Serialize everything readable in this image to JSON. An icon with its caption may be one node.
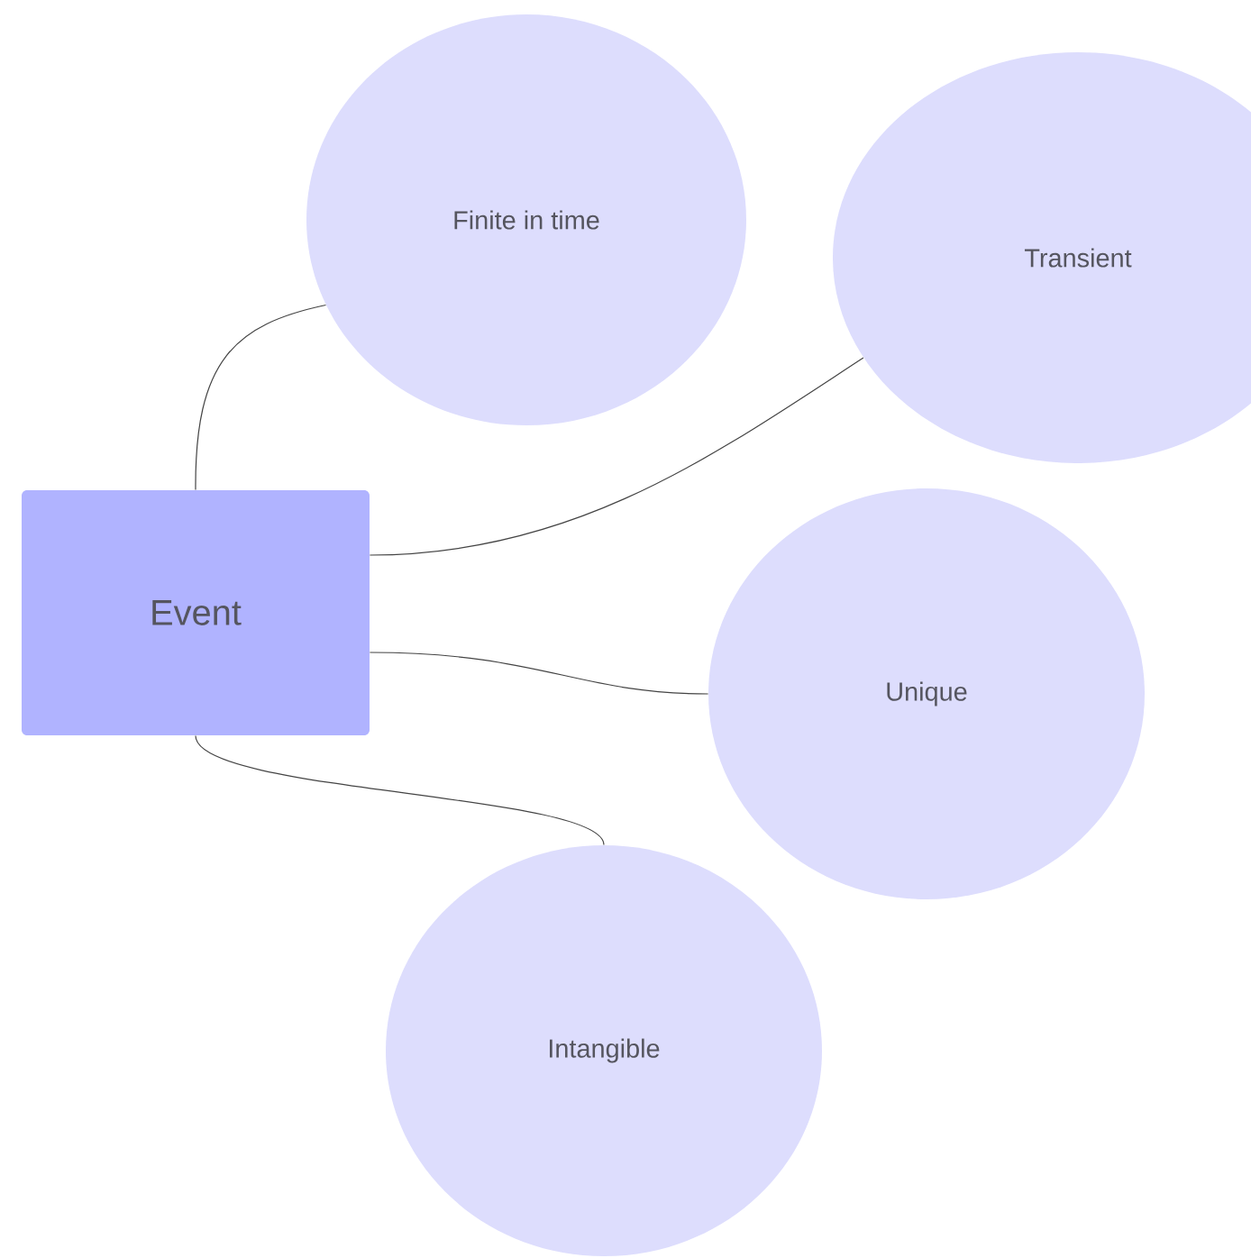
{
  "diagram": {
    "nodes": [
      {
        "text": [
          "Event"
        ]
      },
      {
        "text": [
          "Finite in time"
        ]
      },
      {
        "text": [
          "Transient"
        ]
      },
      {
        "text": [
          "Unique"
        ]
      },
      {
        "text": [
          "Intangible"
        ]
      }
    ],
    "edges": [
      {
        "from": 0,
        "to": 1,
        "arrow": "none"
      },
      {
        "from": 0,
        "to": 2,
        "arrow": "none"
      },
      {
        "from": 0,
        "to": 3,
        "arrow": "none"
      },
      {
        "from": 0,
        "to": 4,
        "arrow": "none"
      }
    ]
  }
}
